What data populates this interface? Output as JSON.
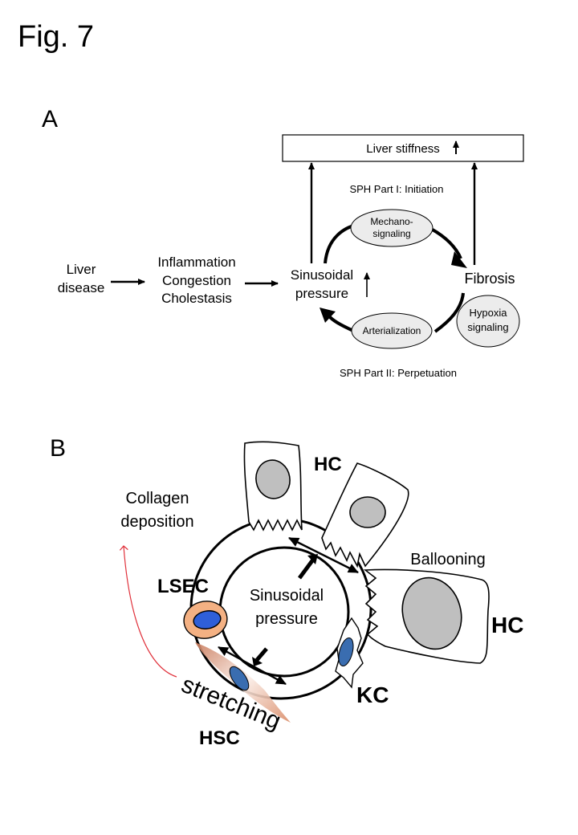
{
  "figure_label": "Fig. 7",
  "panel_a": {
    "label": "A",
    "top_box": "Liver stiffness",
    "top_box_arrow": "↑",
    "initiation_label": "SPH Part I:  Initiation",
    "perpetuation_label": "SPH Part II:  Perpetuation",
    "liver_disease": [
      "Liver",
      "disease"
    ],
    "causes": [
      "Inflammation",
      "Congestion",
      "Cholestasis"
    ],
    "sinusoidal_pressure": [
      "Sinusoidal",
      "pressure"
    ],
    "fibrosis": "Fibrosis",
    "ovals": {
      "mechano": [
        "Mechano-",
        "signaling"
      ],
      "arterialization": [
        "Arterialization"
      ],
      "hypoxia": [
        "Hypoxia",
        "signaling"
      ]
    },
    "colors": {
      "oval_fill": "#ececec",
      "stroke": "#000000"
    }
  },
  "panel_b": {
    "label": "B",
    "collagen": [
      "Collagen",
      "deposition"
    ],
    "sinusoidal_pressure": [
      "Sinusoidal",
      "pressure"
    ],
    "ballooning": "Ballooning",
    "stretching": "stretching",
    "cells": {
      "hc_top": "HC",
      "hc_right": "HC",
      "lsec": "LSEC",
      "kc": "KC",
      "hsc": "HSC"
    },
    "colors": {
      "nucleus_grey": "#bfbfbf",
      "nucleus_blue": "#2f5fd8",
      "lsec_body": "#f4b183",
      "hsc_body": "#e9a98a",
      "kc_nucleus": "#3a6db0",
      "collagen_arrow": "#e0303a"
    }
  }
}
